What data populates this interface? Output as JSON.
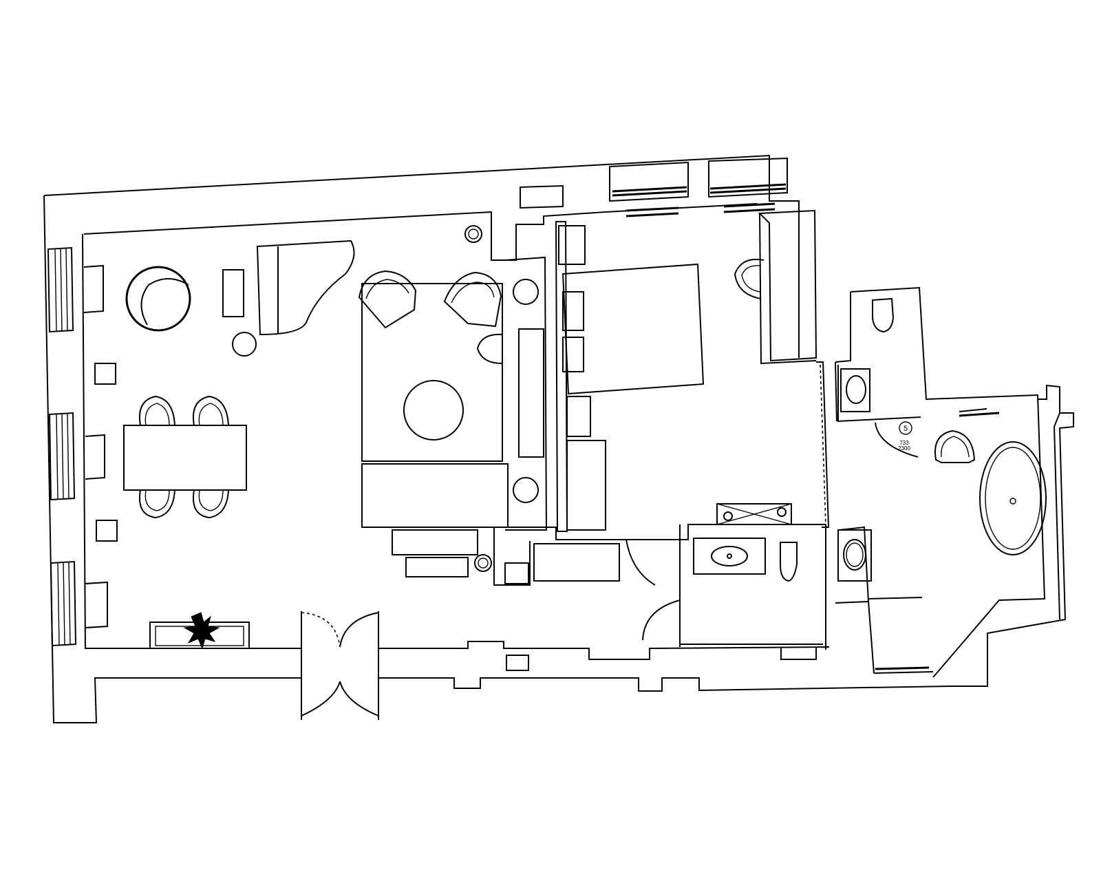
{
  "plan": {
    "room_tag": {
      "number": "5",
      "line1": "733",
      "line2": "2300"
    }
  },
  "colors": {
    "line": "#000000",
    "background": "#ffffff"
  }
}
